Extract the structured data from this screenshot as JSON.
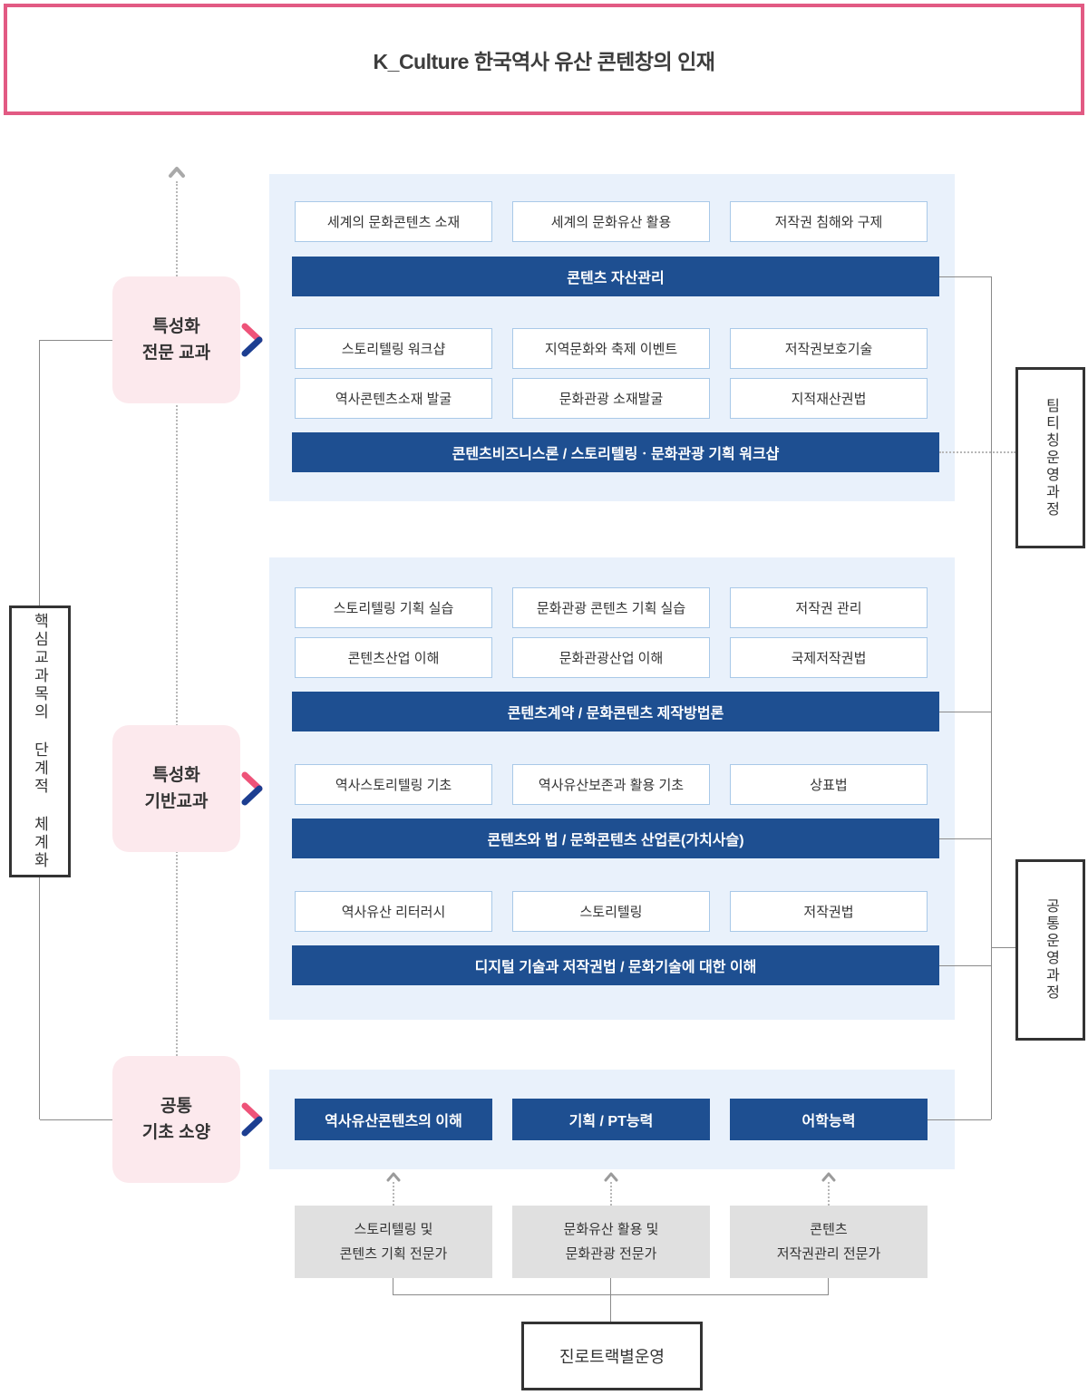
{
  "header": {
    "title": "K_Culture 한국역사 유산 콘텐창의 인재"
  },
  "left_axis": {
    "label": "핵심교과목의 단계적 체계화",
    "levels": [
      {
        "line1": "특성화",
        "line2": "전문 교과"
      },
      {
        "line1": "특성화",
        "line2": "기반교과"
      },
      {
        "line1": "공통",
        "line2": "기초 소양"
      }
    ]
  },
  "right_axis": {
    "team_teaching": "팀티칭운영과정",
    "common_course": "공통운영과정"
  },
  "specialized_advanced": {
    "row1": [
      "세계의 문화콘텐츠 소재",
      "세계의 문화유산 활용",
      "저작권 침해와 구제"
    ],
    "banner1": "콘텐츠 자산관리",
    "row2": [
      "스토리텔링 워크샵",
      "지역문화와 축제 이벤트",
      "저작권보호기술"
    ],
    "row3": [
      "역사콘텐츠소재 발굴",
      "문화관광 소재발굴",
      "지적재산권법"
    ],
    "banner2": "콘텐츠비즈니스론 / 스토리텔링ㆍ문화관광 기획 워크샵"
  },
  "specialized_basic": {
    "row1": [
      "스토리텔링 기획 실습",
      "문화관광 콘텐츠 기획 실습",
      "저작권 관리"
    ],
    "row2": [
      "콘텐츠산업 이해",
      "문화관광산업 이해",
      "국제저작권법"
    ],
    "banner1": "콘텐츠계약 / 문화콘텐츠 제작방법론",
    "row3": [
      "역사스토리텔링 기초",
      "역사유산보존과 활용 기초",
      "상표법"
    ],
    "banner2": "콘텐츠와 법 / 문화콘텐츠 산업론(가치사슬)",
    "row4": [
      "역사유산 리터러시",
      "스토리텔링",
      "저작권법"
    ],
    "banner3": "디지털 기술과 저작권법 / 문화기술에 대한 이해"
  },
  "common_foundation": {
    "buttons": [
      "역사유산콘텐츠의 이해",
      "기획 / PT능력",
      "어학능력"
    ]
  },
  "careers": [
    {
      "line1": "스토리텔링 및",
      "line2": "콘텐츠 기획 전문가"
    },
    {
      "line1": "문화유산 활용 및",
      "line2": "문화관광 전문가"
    },
    {
      "line1": "콘텐츠",
      "line2": "저작권관리 전문가"
    }
  ],
  "track_box": {
    "label": "진로트랙별운영"
  },
  "colors": {
    "header_border": "#e25a83",
    "panel_bg": "#e9f1fb",
    "banner_navy": "#1e4f91",
    "course_border": "#a9c9e8",
    "pink_label_bg": "#fce9ed",
    "career_bg": "#e0e0e0",
    "chevron_pink": "#ee5379",
    "chevron_navy": "#1c3e91",
    "line_gray": "#8a8a8a"
  }
}
